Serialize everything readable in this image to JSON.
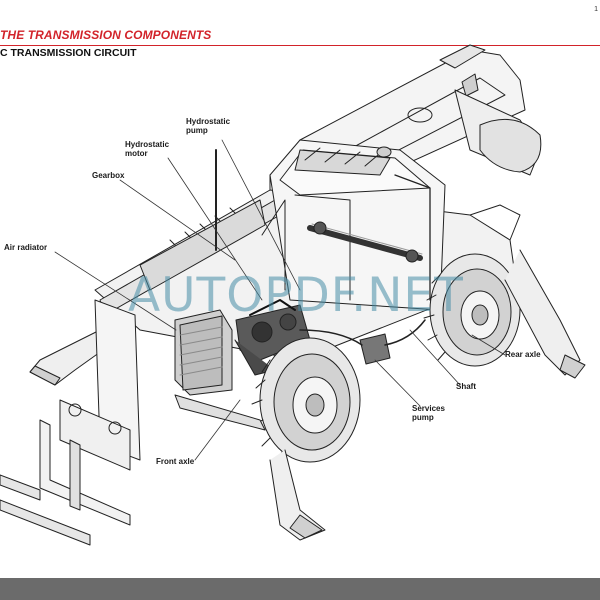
{
  "header": {
    "section_title": "THE TRANSMISSION COMPONENTS",
    "subsection_title": "C TRANSMISSION CIRCUIT",
    "page_number": "1"
  },
  "labels": {
    "hydrostatic_pump": "Hydrostatic\npump",
    "hydrostatic_motor": "Hydrostatic\nmotor",
    "gearbox": "Gearbox",
    "air_radiator": "Air radiator",
    "rear_axle": "Rear axle",
    "shaft": "Shaft",
    "services_pump": "Services\npump",
    "front_axle": "Front axle"
  },
  "watermark": "AUTOPDF.NET",
  "colors": {
    "title_red": "#d2232a",
    "line_art": "#222222",
    "watermark": "#468ca5",
    "footer_bar": "#6b6b6b"
  }
}
